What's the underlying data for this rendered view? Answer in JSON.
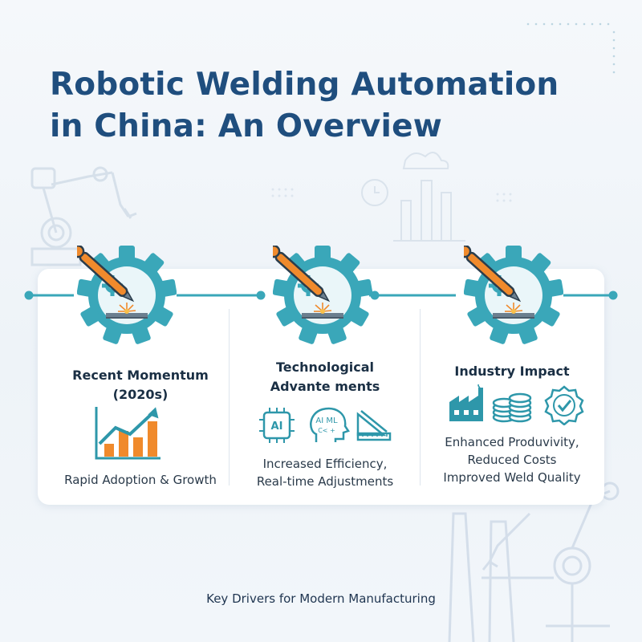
{
  "title": {
    "line1": "Robotic Welding Automation",
    "line2": "in China: An Overview"
  },
  "colors": {
    "title": "#1f4e7e",
    "gear": "#3aa7b9",
    "accent_orange": "#f08a2c",
    "icon_teal": "#2e97aa"
  },
  "columns": [
    {
      "heading_lines": [
        "Recent Momentum",
        "(2020s)"
      ],
      "icon": "bar-chart-growth-icon",
      "text_lines": [
        "Rapid Adoption & Growth"
      ]
    },
    {
      "heading_lines": [
        "Technological",
        "Advante ments"
      ],
      "icons": [
        "ai-chip-icon",
        "ai-ml-head-icon",
        "ruler-triangle-icon"
      ],
      "icon_labels": {
        "chip": "AI",
        "head_top": "AI ML",
        "head_bottom": "C< +"
      },
      "text_lines": [
        "Increased Efficiency,",
        "Real-time Adjustments"
      ]
    },
    {
      "heading_lines": [
        "Industry Impact"
      ],
      "icons": [
        "factory-icon",
        "coins-icon",
        "quality-badge-icon"
      ],
      "text_lines": [
        "Enhanced Produvivity,",
        "Reduced Costs",
        "Improved Weld Quality"
      ]
    }
  ],
  "footer": "Key Drivers for Modern Manufacturing"
}
